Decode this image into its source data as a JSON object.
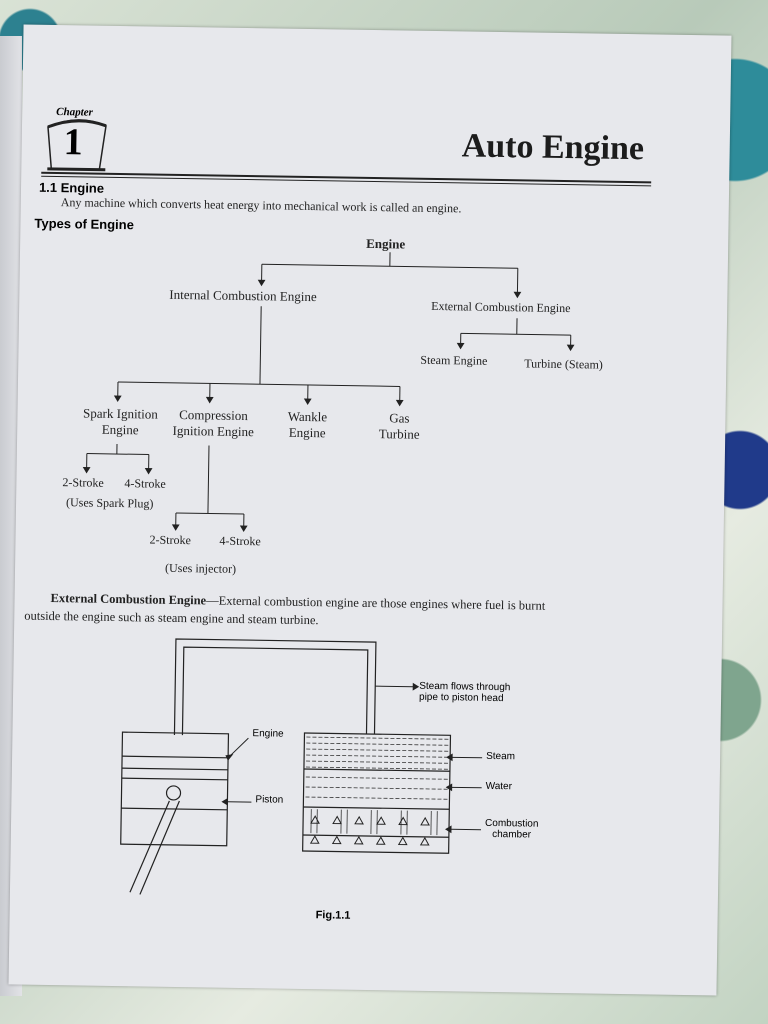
{
  "chapter": {
    "label": "Chapter",
    "number": "1",
    "title": "Auto Engine"
  },
  "section": {
    "heading": "1.1 Engine",
    "definition": "Any machine which converts heat energy into mechanical work is called an engine.",
    "types_heading": "Types of Engine"
  },
  "tree": {
    "root": "Engine",
    "ice": "Internal Combustion Engine",
    "ece": "External Combustion Engine",
    "steam_engine": "Steam Engine",
    "turbine": "Turbine (Steam)",
    "spark": [
      "Spark Ignition",
      "Engine"
    ],
    "compression": [
      "Compression",
      "Ignition Engine"
    ],
    "wankle": [
      "Wankle",
      "Engine"
    ],
    "gas": [
      "Gas",
      "Turbine"
    ],
    "si_2stroke": "2-Stroke",
    "si_4stroke": "4-Stroke",
    "si_note": "(Uses Spark Plug)",
    "ci_2stroke": "2-Stroke",
    "ci_4stroke": "4-Stroke",
    "ci_note": "(Uses injector)"
  },
  "ece_paragraph": {
    "term": "External Combustion Engine",
    "line1": "—External combustion engine are those engines where fuel is burnt",
    "line2": "outside the engine such as steam engine and steam turbine."
  },
  "figure": {
    "steam_flow": [
      "Steam flows through",
      "pipe to piston head"
    ],
    "engine": "Engine",
    "piston": "Piston",
    "steam": "Steam",
    "water": "Water",
    "combustion": [
      "Combustion",
      "chamber"
    ],
    "caption": "Fig.1.1"
  }
}
